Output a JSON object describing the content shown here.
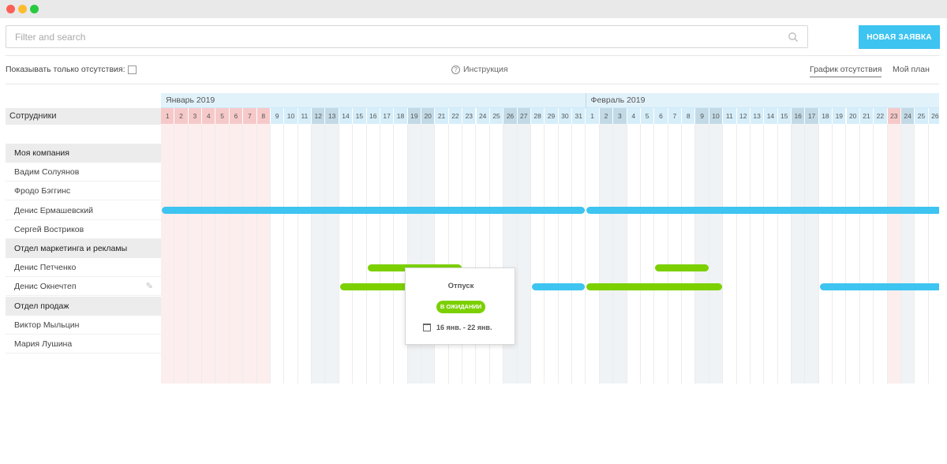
{
  "window": {
    "controls": [
      {
        "name": "close",
        "color": "#fc5f57"
      },
      {
        "name": "minimize",
        "color": "#fdbc2e"
      },
      {
        "name": "zoom",
        "color": "#29c940"
      }
    ]
  },
  "search": {
    "placeholder": "Filter and search",
    "value": "",
    "icon": "search-icon"
  },
  "new_request": {
    "label": "НОВАЯ ЗАЯВКА",
    "color": "#3ec4f0"
  },
  "filters": {
    "only_absences_label": "Показывать только отсутствия:",
    "only_absences_checked": false
  },
  "help": {
    "label": "Инструкция",
    "icon": "question-circle-icon"
  },
  "tabs": [
    {
      "label": "График отсутствия",
      "active": true
    },
    {
      "label": "Мой план",
      "active": false
    }
  ],
  "employees_header": "Сотрудники",
  "rows": [
    {
      "type": "group",
      "label": "Моя компания"
    },
    {
      "type": "person",
      "label": "Вадим Солуянов"
    },
    {
      "type": "person",
      "label": "Фродо Бэггинс"
    },
    {
      "type": "person",
      "label": "Денис Ермашевский"
    },
    {
      "type": "person",
      "label": "Сергей Востриков"
    },
    {
      "type": "group",
      "label": "Отдел маркетинга и рекламы"
    },
    {
      "type": "person",
      "label": "Денис Петченко"
    },
    {
      "type": "person",
      "label": "Денис Окнечтеп",
      "editable": true
    },
    {
      "type": "group",
      "label": "Отдел продаж"
    },
    {
      "type": "person",
      "label": "Виктор Мыльцин"
    },
    {
      "type": "person",
      "label": "Мария Лушина"
    }
  ],
  "months": [
    {
      "label": "Январь 2019",
      "days": [
        "1",
        "2",
        "3",
        "4",
        "5",
        "6",
        "7",
        "8",
        "9",
        "10",
        "11",
        "12",
        "13",
        "14",
        "15",
        "16",
        "17",
        "18",
        "19",
        "20",
        "21",
        "22",
        "23",
        "24",
        "25",
        "26",
        "27",
        "28",
        "29",
        "30",
        "31"
      ]
    },
    {
      "label": "Февраль 2019",
      "days": [
        "1",
        "2",
        "3",
        "4",
        "5",
        "6",
        "7",
        "8",
        "9",
        "10",
        "11",
        "12",
        "13",
        "14",
        "15",
        "16",
        "17",
        "18",
        "19",
        "20",
        "21",
        "22",
        "23",
        "24",
        "25",
        "26"
      ]
    }
  ],
  "holidays": [
    "Январь 2019:1",
    "Январь 2019:2",
    "Январь 2019:3",
    "Январь 2019:4",
    "Январь 2019:5",
    "Январь 2019:6",
    "Январь 2019:7",
    "Январь 2019:8",
    "Февраль 2019:23"
  ],
  "weekends": [
    "Январь 2019:12",
    "Январь 2019:13",
    "Январь 2019:19",
    "Январь 2019:20",
    "Январь 2019:26",
    "Январь 2019:27",
    "Февраль 2019:2",
    "Февраль 2019:3",
    "Февраль 2019:9",
    "Февраль 2019:10",
    "Февраль 2019:16",
    "Февраль 2019:17",
    "Февраль 2019:24"
  ],
  "colors": {
    "approved": "#3ec4f0",
    "pending": "#7cd000",
    "holiday_bg": "#fdeeee",
    "weekend_bg": "#f0f3f5",
    "day_header": "#d6eef9",
    "holiday_header": "#f6c9c9",
    "weekend_header": "#c2dae6"
  },
  "absences": [
    {
      "employee": "Денис Ермашевский",
      "from": "Январь 2019:1",
      "to": "Январь 2019:31",
      "status": "approved"
    },
    {
      "employee": "Денис Ермашевский",
      "from": "Февраль 2019:1",
      "to": "Февраль 2019:26",
      "status": "approved"
    },
    {
      "employee": "Денис Петченко",
      "from": "Январь 2019:16",
      "to": "Январь 2019:22",
      "status": "pending"
    },
    {
      "employee": "Денис Петченко",
      "from": "Февраль 2019:6",
      "to": "Февраль 2019:9",
      "status": "pending"
    },
    {
      "employee": "Денис Окнечтеп",
      "from": "Январь 2019:14",
      "to": "Январь 2019:20",
      "status": "pending"
    },
    {
      "employee": "Денис Окнечтеп",
      "from": "Январь 2019:28",
      "to": "Январь 2019:31",
      "status": "approved"
    },
    {
      "employee": "Денис Окнечтеп",
      "from": "Февраль 2019:1",
      "to": "Февраль 2019:10",
      "status": "pending"
    },
    {
      "employee": "Денис Окнечтеп",
      "from": "Февраль 2019:18",
      "to": "Февраль 2019:26",
      "status": "approved"
    }
  ],
  "popup": {
    "title": "Отпуск",
    "status": "В ОЖИДАНИИ",
    "dates": "16 янв. - 22 янв.",
    "icon": "calendar-icon"
  }
}
